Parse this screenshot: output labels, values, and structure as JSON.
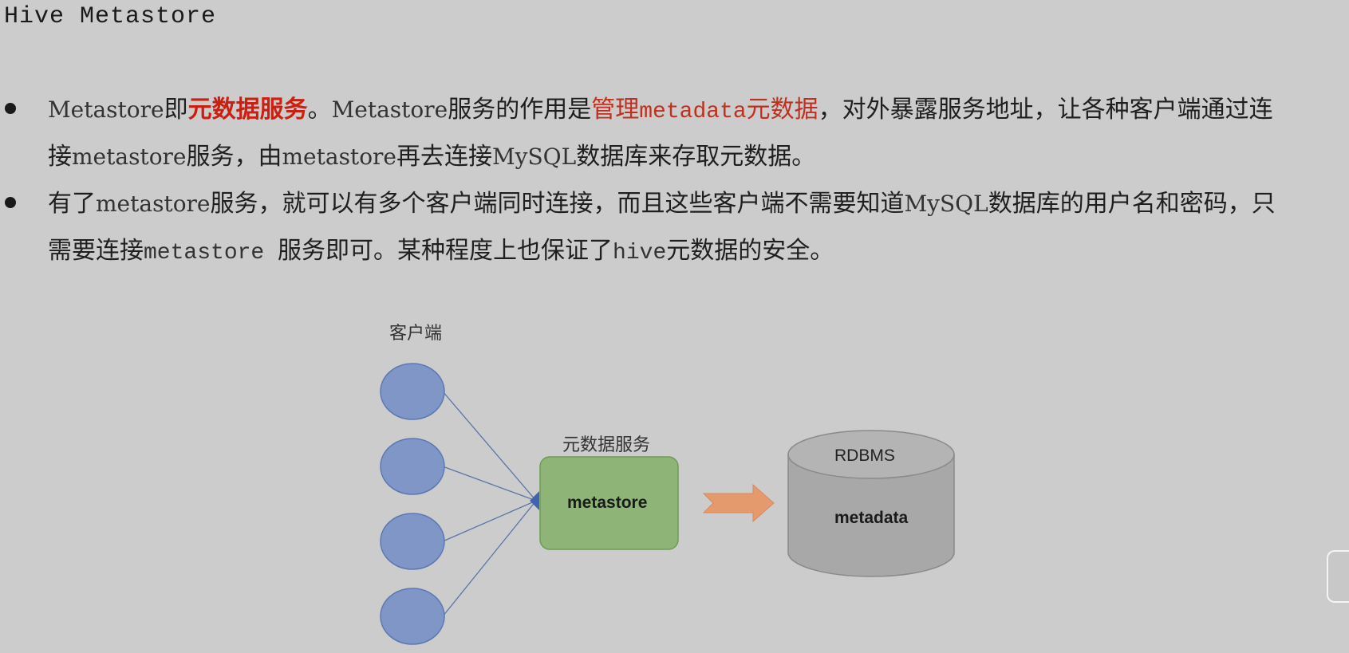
{
  "title": "Hive Metastore",
  "bullets": [
    {
      "line1": [
        {
          "t": "Metastore",
          "s": "serif"
        },
        {
          "t": "即",
          "s": ""
        },
        {
          "t": "元数据服务",
          "s": "red-bold"
        },
        {
          "t": "。",
          "s": ""
        },
        {
          "t": "Metastore",
          "s": "serif"
        },
        {
          "t": "服务的作用是",
          "s": ""
        },
        {
          "t": "管理",
          "s": "red"
        },
        {
          "t": "metadata",
          "s": "red mono"
        },
        {
          "t": "元数据",
          "s": "red"
        },
        {
          "t": "，对外暴露服务地址，让各种客户端通过连",
          "s": ""
        }
      ],
      "line2": [
        {
          "t": "接",
          "s": ""
        },
        {
          "t": "metastore",
          "s": "serif"
        },
        {
          "t": "服务，由",
          "s": ""
        },
        {
          "t": "metastore",
          "s": "serif"
        },
        {
          "t": "再去连接",
          "s": ""
        },
        {
          "t": "MySQL",
          "s": "serif"
        },
        {
          "t": "数据库来存取元数据。",
          "s": ""
        }
      ]
    },
    {
      "line1": [
        {
          "t": "有了",
          "s": ""
        },
        {
          "t": "metastore",
          "s": "serif"
        },
        {
          "t": "服务，就可以有多个客户端同时连接，而且这些客户端不需要知道",
          "s": ""
        },
        {
          "t": "MySQL",
          "s": "serif"
        },
        {
          "t": "数据库的用户名和密码，只",
          "s": ""
        }
      ],
      "line2": [
        {
          "t": "需要连接",
          "s": ""
        },
        {
          "t": "metastore ",
          "s": "mono"
        },
        {
          "t": "服务即可。某种程度上也保证了",
          "s": ""
        },
        {
          "t": "hive",
          "s": "mono"
        },
        {
          "t": "元数据的安全。",
          "s": ""
        }
      ]
    }
  ],
  "diagram": {
    "clients_label": "客户端",
    "service_label": "元数据服务",
    "service_box_text": "metastore",
    "db_top_text": "RDBMS",
    "db_body_text": "metadata",
    "client_count": 4,
    "colors": {
      "client_fill": "#7f96c6",
      "client_stroke": "#5c78b3",
      "edge": "#5a75a8",
      "service_fill": "#8eb577",
      "service_stroke": "#6f9b56",
      "arrow_fill": "#e59a6d",
      "db_fill": "#a8a8a8",
      "db_stroke": "#8a8a8a"
    }
  }
}
